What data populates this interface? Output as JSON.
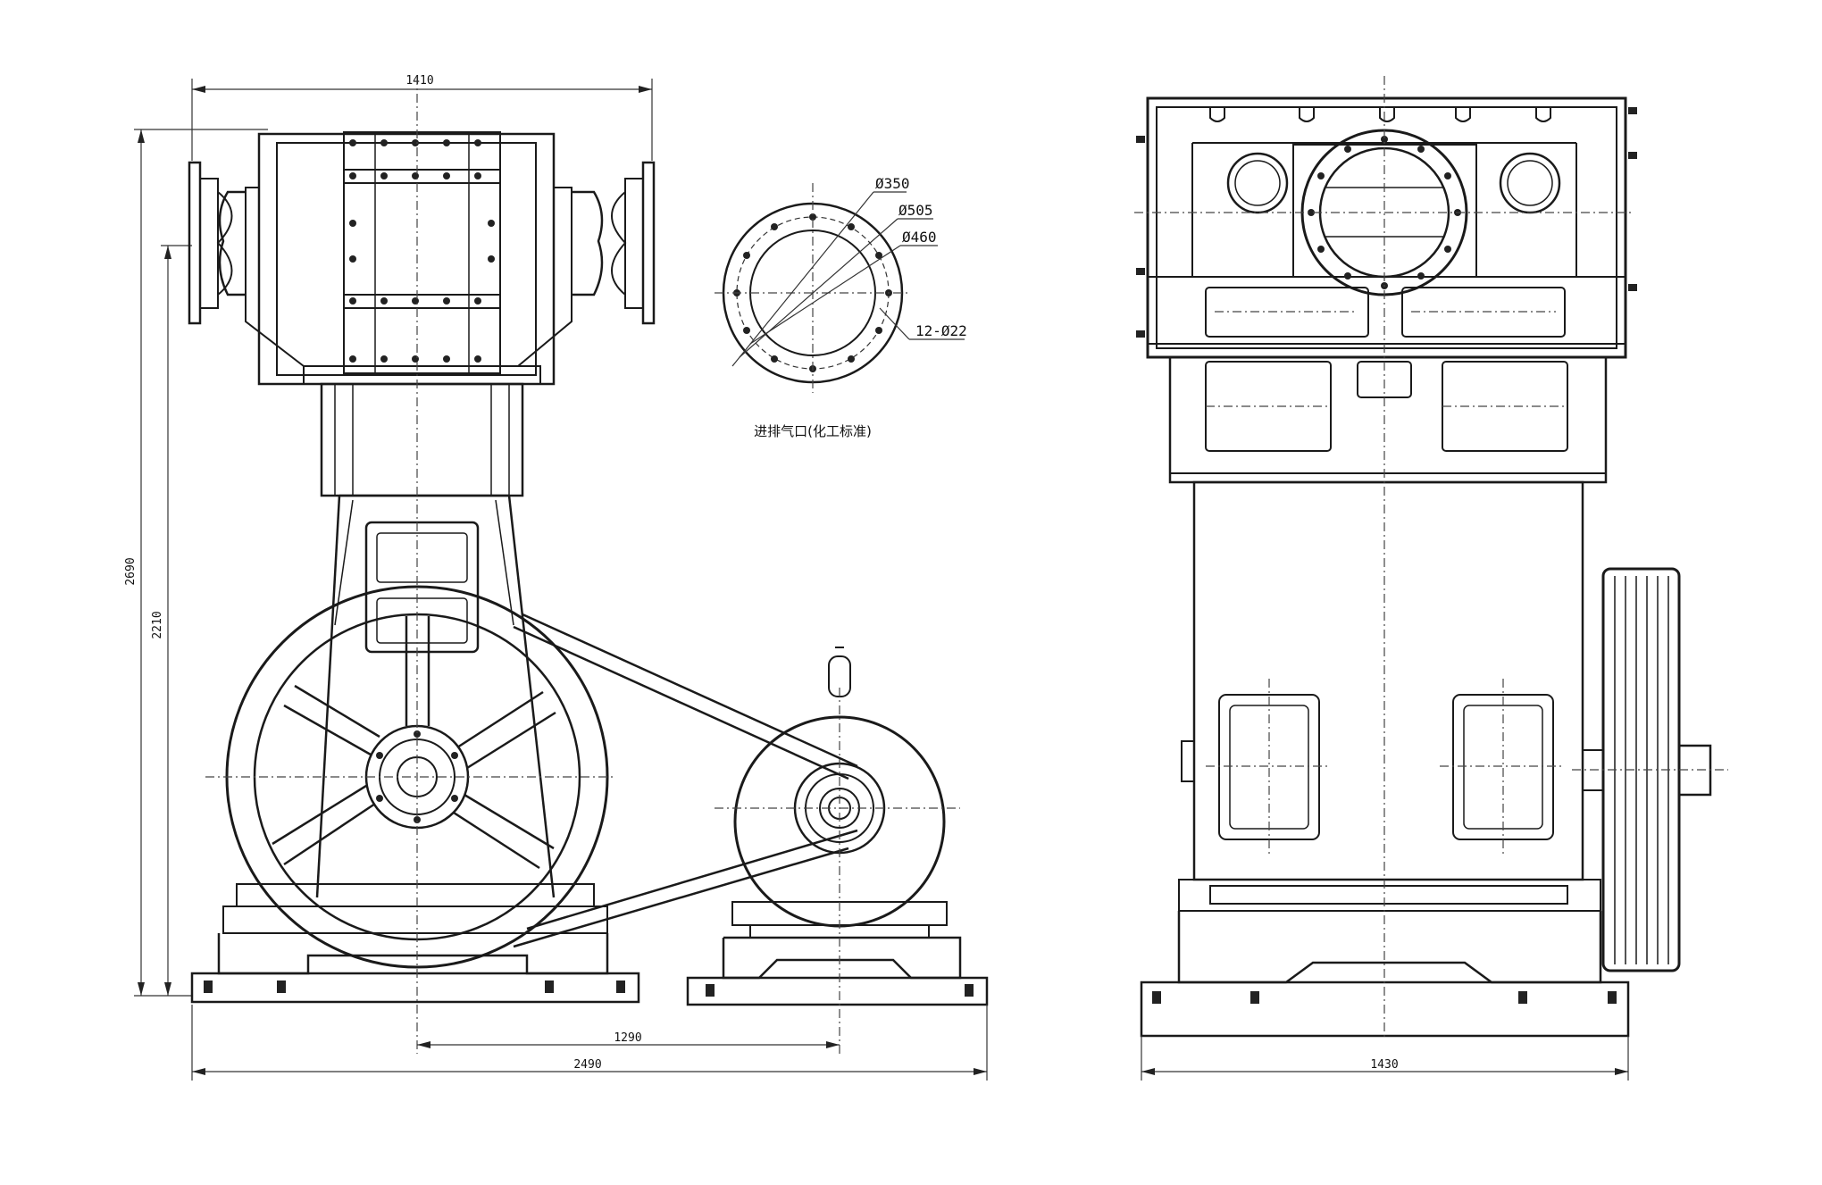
{
  "dimensions": {
    "width_top": "1410",
    "height_total": "2690",
    "height_inner": "2210",
    "center_distance": "1290",
    "base_length": "2490",
    "side_width": "1430"
  },
  "flange_detail": {
    "d_bolt_circle": "Ø350",
    "d_outer": "Ø505",
    "d_inner": "Ø460",
    "holes": "12-Ø22",
    "caption": "进排气口(化工标准)"
  },
  "colors": {
    "line": "#1a1a1a",
    "background": "#ffffff"
  }
}
